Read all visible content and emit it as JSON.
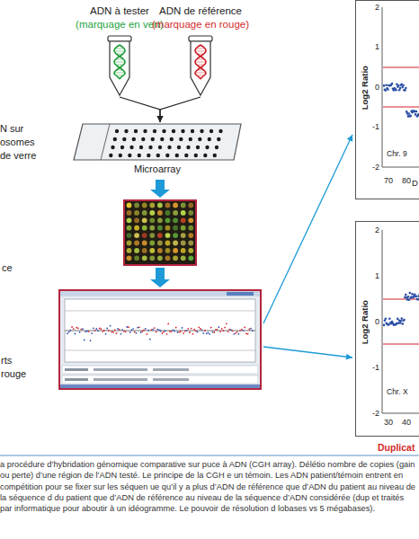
{
  "diagram": {
    "caption": "a procédure d’hybridation génomique comparative sur puce à ADN (CGH array). Délétio nombre de copies (gain ou perte) d’une région de l’ADN testé. Le principe de la CGH e un témoin. Les ADN patient/témoin entrent en compétition pour se fixer sur les séquen ue qu’il y a plus d’ADN de référence que d’ADN du patient au niveau de la séquence d du patient que d’ADN de référence au niveau de la séquence d’ADN considérée (dup et traités par informatique pour aboutir à un idéogramme. Le pouvoir de résolution d lobases vs 5 mégabases).",
    "nodes": [
      {
        "text": [
          "ADN à tester",
          "(marquage en vert)"
        ]
      },
      {
        "text": [
          "ADN de référence",
          "(marquage en rouge)"
        ]
      },
      {
        "text": [
          "N sur osomes de verre",
          "Microarray"
        ]
      },
      {
        "text": [
          "ce"
        ]
      },
      {
        "text": [
          "rts rouge"
        ]
      },
      {
        "text": [
          "Log2 Ratio",
          "Chr. 9",
          "D"
        ]
      },
      {
        "text": [
          "Log2 Ratio",
          "Chr. X",
          "Duplicat"
        ]
      }
    ],
    "edges": [
      {
        "from": 0,
        "to": 2,
        "arrow": "to"
      },
      {
        "from": 1,
        "to": 2,
        "arrow": "to"
      },
      {
        "from": 2,
        "to": 3,
        "arrow": "to"
      },
      {
        "from": 3,
        "to": 4,
        "arrow": "to"
      },
      {
        "from": 4,
        "to": 5,
        "arrow": "to"
      },
      {
        "from": 4,
        "to": 6,
        "arrow": "to"
      }
    ],
    "labels": [
      "2",
      "1",
      "0",
      "-1",
      "-2",
      "70",
      "80",
      "2",
      "1",
      "0",
      "-1",
      "-2",
      "30",
      "40"
    ]
  }
}
